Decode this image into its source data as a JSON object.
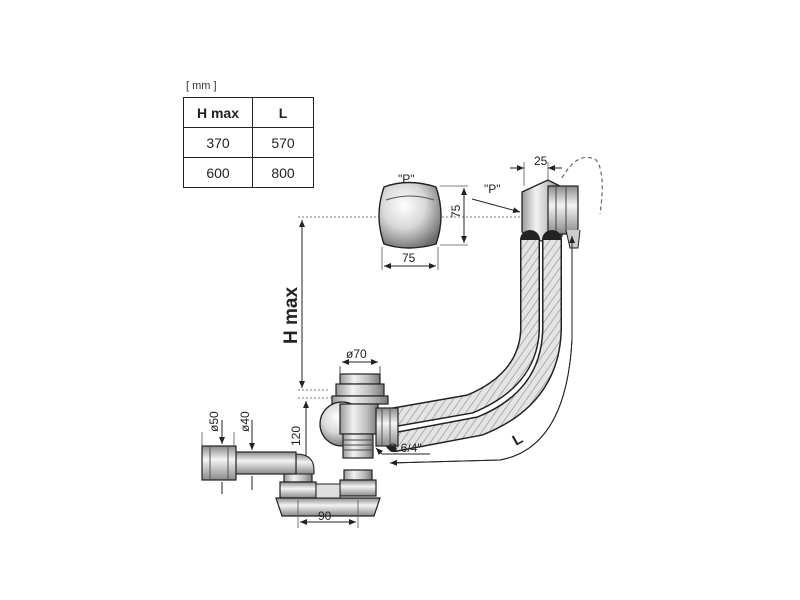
{
  "unit_label": "[ mm ]",
  "table": {
    "headers": [
      "H max",
      "L"
    ],
    "rows": [
      [
        "370",
        "570"
      ],
      [
        "600",
        "800"
      ]
    ]
  },
  "labels": {
    "p_top": "\"P\"",
    "p_side": "\"P\"",
    "dim_25": "25",
    "dim_75_vertical": "75",
    "dim_75_horizontal": "75",
    "h_max": "H max",
    "dia_70": "ø70",
    "dia_50": "ø50",
    "dia_40": "ø40",
    "dim_120": "120",
    "thread": "G 6/4\"",
    "dim_90": "90",
    "length": "L"
  }
}
